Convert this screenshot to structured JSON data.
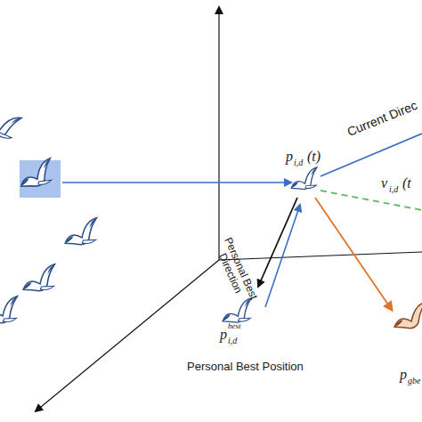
{
  "diagram": {
    "labels": [
      "p",
      "i,d",
      "(t)",
      "Current Direc",
      "v",
      "i,d",
      "(t",
      "Personal Best Direction",
      "p",
      "best",
      "i,d",
      "Personal Best Position",
      "p",
      "gbe"
    ]
  }
}
